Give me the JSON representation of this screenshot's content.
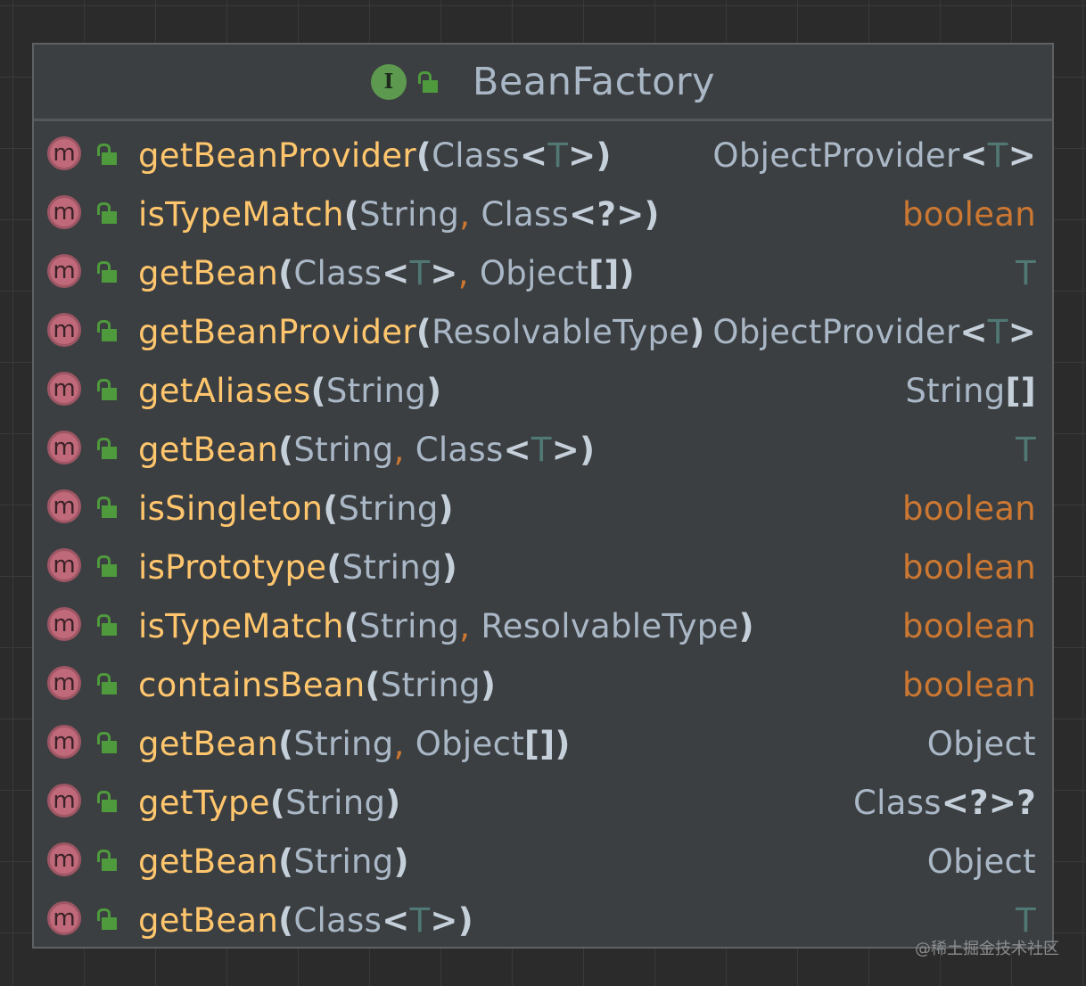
{
  "class_box": {
    "icon_letter": "I",
    "title": "BeanFactory",
    "icon_names": {
      "kind": "interface-icon",
      "visibility": "public-lock-icon"
    },
    "colors": {
      "method_name": "#ffc66d",
      "type_text": "#a9b7c6",
      "keyword": "#cc7832",
      "type_param": "#507874",
      "method_icon": "#c0697a",
      "interface_icon": "#5d9a4f",
      "lock": "#4e9a3c"
    }
  },
  "methods": [
    {
      "icon_letter": "m",
      "name": "getBeanProvider",
      "params": [
        {
          "parts": [
            {
              "t": "Class",
              "k": "type"
            },
            {
              "t": "<",
              "k": "punc"
            },
            {
              "t": "T",
              "k": "tparam"
            },
            {
              "t": ">",
              "k": "punc"
            }
          ]
        }
      ],
      "return": {
        "parts": [
          {
            "t": "ObjectProvider",
            "k": "type"
          },
          {
            "t": "<",
            "k": "punc"
          },
          {
            "t": "T",
            "k": "tparam"
          },
          {
            "t": ">",
            "k": "punc"
          }
        ]
      }
    },
    {
      "icon_letter": "m",
      "name": "isTypeMatch",
      "params": [
        {
          "parts": [
            {
              "t": "String",
              "k": "type"
            }
          ]
        },
        {
          "parts": [
            {
              "t": "Class",
              "k": "type"
            },
            {
              "t": "<?>",
              "k": "punc"
            }
          ]
        }
      ],
      "return": {
        "parts": [
          {
            "t": "boolean",
            "k": "kw"
          }
        ]
      }
    },
    {
      "icon_letter": "m",
      "name": "getBean",
      "params": [
        {
          "parts": [
            {
              "t": "Class",
              "k": "type"
            },
            {
              "t": "<",
              "k": "punc"
            },
            {
              "t": "T",
              "k": "tparam"
            },
            {
              "t": ">",
              "k": "punc"
            }
          ]
        },
        {
          "parts": [
            {
              "t": "Object",
              "k": "type"
            },
            {
              "t": "[]",
              "k": "punc"
            }
          ]
        }
      ],
      "return": {
        "parts": [
          {
            "t": "T",
            "k": "tparam"
          }
        ]
      }
    },
    {
      "icon_letter": "m",
      "name": "getBeanProvider",
      "params": [
        {
          "parts": [
            {
              "t": "ResolvableType",
              "k": "type"
            }
          ]
        }
      ],
      "return": {
        "parts": [
          {
            "t": "ObjectProvider",
            "k": "type"
          },
          {
            "t": "<",
            "k": "punc"
          },
          {
            "t": "T",
            "k": "tparam"
          },
          {
            "t": ">",
            "k": "punc"
          }
        ]
      }
    },
    {
      "icon_letter": "m",
      "name": "getAliases",
      "params": [
        {
          "parts": [
            {
              "t": "String",
              "k": "type"
            }
          ]
        }
      ],
      "return": {
        "parts": [
          {
            "t": "String",
            "k": "type"
          },
          {
            "t": "[]",
            "k": "punc"
          }
        ]
      }
    },
    {
      "icon_letter": "m",
      "name": "getBean",
      "params": [
        {
          "parts": [
            {
              "t": "String",
              "k": "type"
            }
          ]
        },
        {
          "parts": [
            {
              "t": "Class",
              "k": "type"
            },
            {
              "t": "<",
              "k": "punc"
            },
            {
              "t": "T",
              "k": "tparam"
            },
            {
              "t": ">",
              "k": "punc"
            }
          ]
        }
      ],
      "return": {
        "parts": [
          {
            "t": "T",
            "k": "tparam"
          }
        ]
      }
    },
    {
      "icon_letter": "m",
      "name": "isSingleton",
      "params": [
        {
          "parts": [
            {
              "t": "String",
              "k": "type"
            }
          ]
        }
      ],
      "return": {
        "parts": [
          {
            "t": "boolean",
            "k": "kw"
          }
        ]
      }
    },
    {
      "icon_letter": "m",
      "name": "isPrototype",
      "params": [
        {
          "parts": [
            {
              "t": "String",
              "k": "type"
            }
          ]
        }
      ],
      "return": {
        "parts": [
          {
            "t": "boolean",
            "k": "kw"
          }
        ]
      }
    },
    {
      "icon_letter": "m",
      "name": "isTypeMatch",
      "params": [
        {
          "parts": [
            {
              "t": "String",
              "k": "type"
            }
          ]
        },
        {
          "parts": [
            {
              "t": "ResolvableType",
              "k": "type"
            }
          ]
        }
      ],
      "return": {
        "parts": [
          {
            "t": "boolean",
            "k": "kw"
          }
        ]
      }
    },
    {
      "icon_letter": "m",
      "name": "containsBean",
      "params": [
        {
          "parts": [
            {
              "t": "String",
              "k": "type"
            }
          ]
        }
      ],
      "return": {
        "parts": [
          {
            "t": "boolean",
            "k": "kw"
          }
        ]
      }
    },
    {
      "icon_letter": "m",
      "name": "getBean",
      "params": [
        {
          "parts": [
            {
              "t": "String",
              "k": "type"
            }
          ]
        },
        {
          "parts": [
            {
              "t": "Object",
              "k": "type"
            },
            {
              "t": "[]",
              "k": "punc"
            }
          ]
        }
      ],
      "return": {
        "parts": [
          {
            "t": "Object",
            "k": "type"
          }
        ]
      }
    },
    {
      "icon_letter": "m",
      "name": "getType",
      "params": [
        {
          "parts": [
            {
              "t": "String",
              "k": "type"
            }
          ]
        }
      ],
      "return": {
        "parts": [
          {
            "t": "Class",
            "k": "type"
          },
          {
            "t": "<?>?",
            "k": "punc"
          }
        ]
      }
    },
    {
      "icon_letter": "m",
      "name": "getBean",
      "params": [
        {
          "parts": [
            {
              "t": "String",
              "k": "type"
            }
          ]
        }
      ],
      "return": {
        "parts": [
          {
            "t": "Object",
            "k": "type"
          }
        ]
      }
    },
    {
      "icon_letter": "m",
      "name": "getBean",
      "params": [
        {
          "parts": [
            {
              "t": "Class",
              "k": "type"
            },
            {
              "t": "<",
              "k": "punc"
            },
            {
              "t": "T",
              "k": "tparam"
            },
            {
              "t": ">",
              "k": "punc"
            }
          ]
        }
      ],
      "return": {
        "parts": [
          {
            "t": "T",
            "k": "tparam"
          }
        ]
      }
    }
  ],
  "syntax": {
    "open": "(",
    "close": ")",
    "sep": ", "
  },
  "watermark": "@稀土掘金技术社区"
}
